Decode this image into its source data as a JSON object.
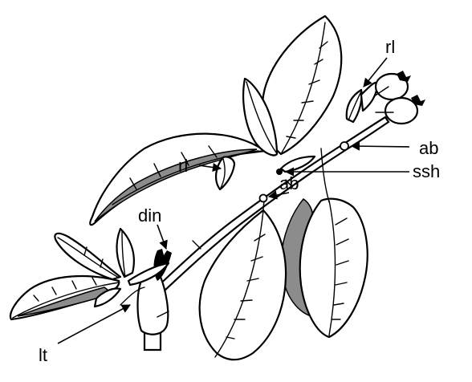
{
  "labels": {
    "rl_top": "rl",
    "ab_right": "ab",
    "ssh": "ssh",
    "rl_left": "rl",
    "ab_mid": "ab",
    "din": "din",
    "lt": "lt"
  }
}
